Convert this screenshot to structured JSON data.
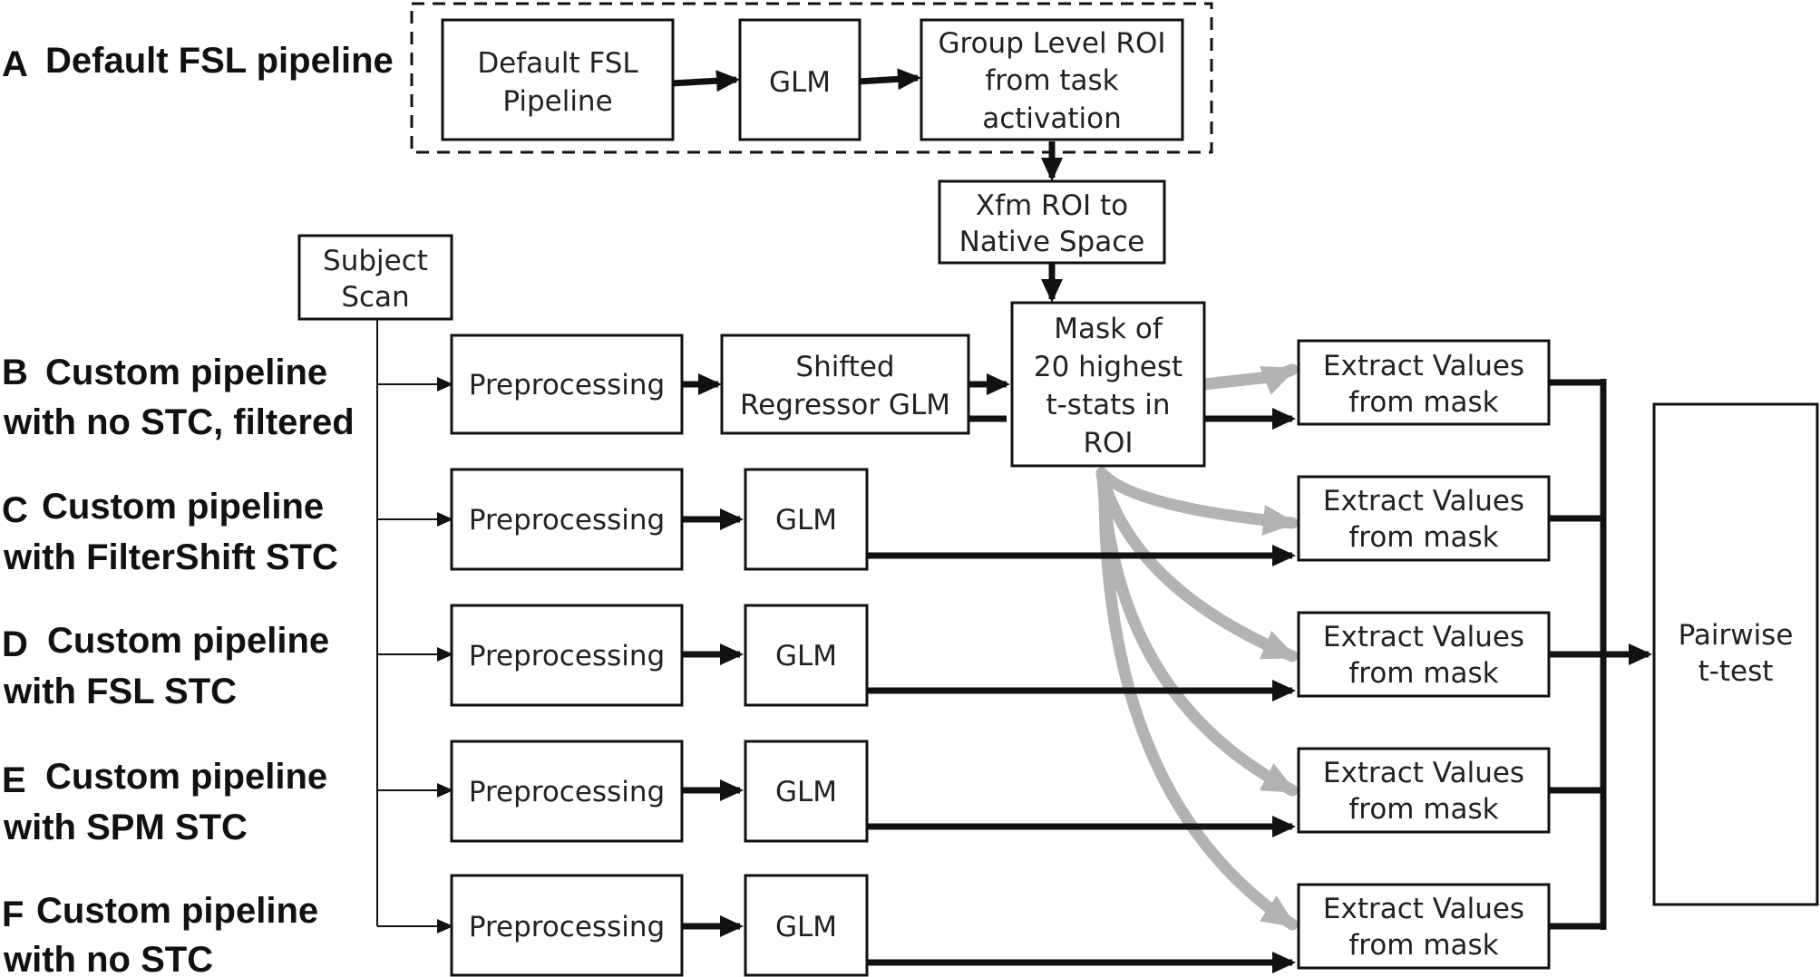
{
  "colors": {
    "box_stroke": "#111111",
    "black_arrow": "#111111",
    "gray_arrow": "#b3b3b3",
    "text": "#222222"
  },
  "rows": [
    {
      "letter": "A",
      "label_lines": [
        "Default FSL pipeline"
      ]
    },
    {
      "letter": "B",
      "label_lines": [
        "Custom pipeline",
        "with no STC, filtered"
      ]
    },
    {
      "letter": "C",
      "label_lines": [
        "Custom pipeline",
        "with FilterShift STC"
      ]
    },
    {
      "letter": "D",
      "label_lines": [
        "Custom pipeline",
        "with FSL STC"
      ]
    },
    {
      "letter": "E",
      "label_lines": [
        "Custom pipeline",
        "with SPM STC"
      ]
    },
    {
      "letter": "F",
      "label_lines": [
        "Custom pipeline",
        "with no STC"
      ]
    }
  ],
  "boxes": {
    "default_fsl": [
      "Default FSL",
      "Pipeline"
    ],
    "glm_a": [
      "GLM"
    ],
    "group_roi": [
      "Group Level ROI",
      "from task",
      "activation"
    ],
    "xfm_roi": [
      "Xfm ROI to",
      "Native Space"
    ],
    "subject_scan": [
      "Subject",
      "Scan"
    ],
    "mask": [
      "Mask of",
      "20 highest",
      "t-stats in",
      "ROI"
    ],
    "preprocessing": [
      "Preprocessing"
    ],
    "shifted_glm": [
      "Shifted",
      "Regressor GLM"
    ],
    "glm": [
      "GLM"
    ],
    "extract": [
      "Extract Values",
      "from mask"
    ],
    "pairwise": [
      "Pairwise",
      "t-test"
    ]
  }
}
